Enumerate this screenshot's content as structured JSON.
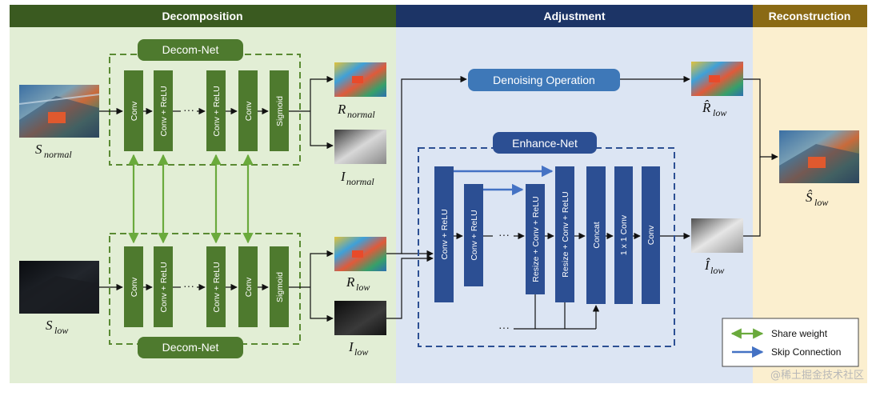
{
  "sections": {
    "decomposition": "Decomposition",
    "adjustment": "Adjustment",
    "reconstruction": "Reconstruction"
  },
  "nets": {
    "decom_top": "Decom-Net",
    "decom_bottom": "Decom-Net",
    "enhance": "Enhance-Net",
    "denoise": "Denoising Operation"
  },
  "decom_blocks": {
    "conv": "Conv",
    "conv_relu": "Conv + ReLU",
    "sigmoid": "Sigmoid",
    "ellipsis": "···"
  },
  "enhance_blocks": {
    "b1": "Conv + ReLU",
    "b2": "Conv + ReLU",
    "b3": "Resize + Conv + ReLU",
    "b4": "Resize + Conv + ReLU",
    "b5": "Concat",
    "b6": "1 x 1 Conv",
    "b7": "Conv",
    "ellipsis": "···"
  },
  "labels": {
    "s_normal": {
      "base": "S",
      "sub": "normal"
    },
    "s_low": {
      "base": "S",
      "sub": "low"
    },
    "r_normal": {
      "base": "R",
      "sub": "normal"
    },
    "i_normal": {
      "base": "I",
      "sub": "normal"
    },
    "r_low": {
      "base": "R",
      "sub": "low"
    },
    "i_low": {
      "base": "I",
      "sub": "low"
    },
    "r_hat_low": {
      "base": "R̂",
      "sub": "low"
    },
    "i_hat_low": {
      "base": "Î",
      "sub": "low"
    },
    "s_hat_low": {
      "base": "Ŝ",
      "sub": "low"
    }
  },
  "legend": {
    "share_weight": "Share weight",
    "skip_connection": "Skip Connection"
  },
  "watermark": "@稀土掘金技术社区",
  "colors": {
    "decom_header": "#3a5a20",
    "adjust_header": "#1c3466",
    "recon_header": "#8a6a14",
    "decom_bg": "#e2eed5",
    "adjust_bg": "#dce5f3",
    "recon_bg": "#fbefcf",
    "green_block": "#4e7a2e",
    "green_arrow": "#6aaa3c",
    "blue_block": "#2c4f93",
    "blue_pill": "#3e78b8",
    "skip_arrow": "#4472c4"
  }
}
